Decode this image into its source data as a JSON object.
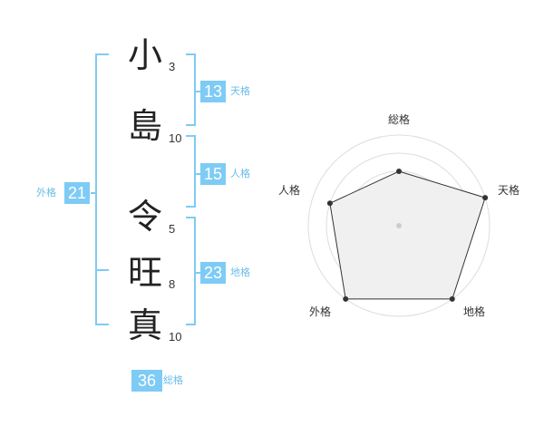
{
  "name": {
    "chars": [
      {
        "char": "小",
        "strokes": "3"
      },
      {
        "char": "島",
        "strokes": "10"
      },
      {
        "char": "令",
        "strokes": "5"
      },
      {
        "char": "旺",
        "strokes": "8"
      },
      {
        "char": "真",
        "strokes": "10"
      }
    ]
  },
  "fortunes": {
    "tenkaku": {
      "value": "13",
      "label": "天格"
    },
    "jinkaku": {
      "value": "15",
      "label": "人格"
    },
    "chikaku": {
      "value": "23",
      "label": "地格"
    },
    "gaikaku": {
      "value": "21",
      "label": "外格"
    },
    "soukaku": {
      "value": "36",
      "label": "総格"
    }
  },
  "radar": {
    "axes": [
      "総格",
      "天格",
      "地格",
      "外格",
      "人格"
    ],
    "values": [
      0.6,
      1.0,
      1.0,
      1.0,
      0.8
    ],
    "fill_color": "#f0f0f0",
    "line_color": "#333333",
    "ring_color": "#dddddd"
  },
  "colors": {
    "accent": "#7ecbf5",
    "label": "#6bbde8",
    "bracket": "#7ecbf5"
  }
}
